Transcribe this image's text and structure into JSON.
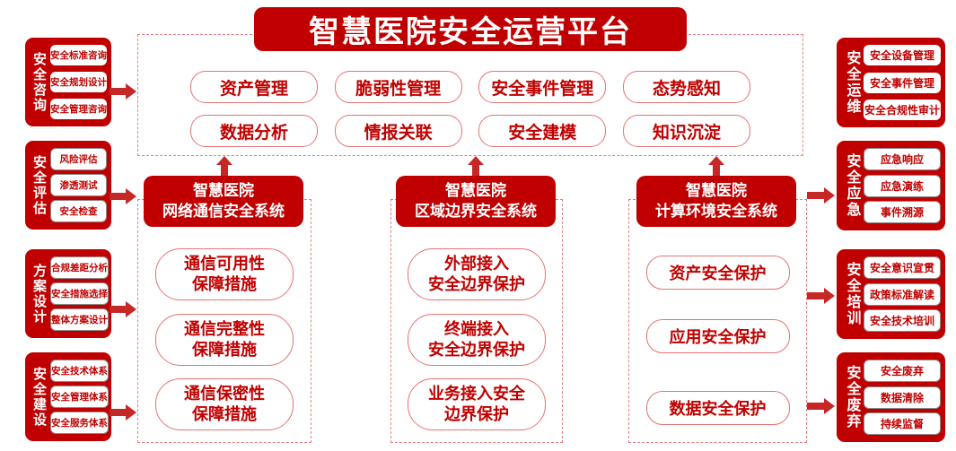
{
  "title": "智慧医院安全运营平台",
  "platform_functions": [
    "资产管理",
    "脆弱性管理",
    "安全事件管理",
    "态势感知",
    "数据分析",
    "情报关联",
    "安全建模",
    "知识沉淀"
  ],
  "systems": [
    {
      "name_line1": "智慧医院",
      "name_line2": "网络通信安全系统",
      "measures": [
        {
          "line1": "通信可用性",
          "line2": "保障措施"
        },
        {
          "line1": "通信完整性",
          "line2": "保障措施"
        },
        {
          "line1": "通信保密性",
          "line2": "保障措施"
        }
      ]
    },
    {
      "name_line1": "智慧医院",
      "name_line2": "区域边界安全系统",
      "measures": [
        {
          "line1": "外部接入",
          "line2": "安全边界保护"
        },
        {
          "line1": "终端接入",
          "line2": "安全边界保护"
        },
        {
          "line1": "业务接入安全",
          "line2": "边界保护"
        }
      ]
    },
    {
      "name_line1": "智慧医院",
      "name_line2": "计算环境安全系统",
      "measures": [
        {
          "line1": "资产安全保护"
        },
        {
          "line1": "应用安全保护"
        },
        {
          "line1": "数据安全保护"
        }
      ]
    }
  ],
  "left_groups": [
    {
      "label": "安全咨询",
      "items": [
        "安全标准咨询",
        "安全规划设计",
        "安全管理咨询"
      ]
    },
    {
      "label": "安全评估",
      "items": [
        "风险评估",
        "渗透测试",
        "安全检查"
      ]
    },
    {
      "label": "方案设计",
      "items": [
        "合规差距分析",
        "安全措施选择",
        "整体方案设计"
      ]
    },
    {
      "label": "安全建设",
      "items": [
        "安全技术体系",
        "安全管理体系",
        "安全服务体系"
      ]
    }
  ],
  "right_groups": [
    {
      "label": "安全运维",
      "items": [
        "安全设备管理",
        "安全事件管理",
        "安全合规性审计"
      ]
    },
    {
      "label": "安全应急",
      "items": [
        "应急响应",
        "应急演练",
        "事件溯源"
      ]
    },
    {
      "label": "安全培训",
      "items": [
        "安全意识宣贯",
        "政策标准解读",
        "安全技术培训"
      ]
    },
    {
      "label": "安全废弃",
      "items": [
        "安全废弃",
        "数据清除",
        "持续监督"
      ]
    }
  ],
  "colors": {
    "primary_red": "#c00000",
    "arrow_red": "#c62828",
    "pill_border_red": "#e57373",
    "dashed_border_red": "#e57f7f",
    "background": "#ffffff"
  }
}
